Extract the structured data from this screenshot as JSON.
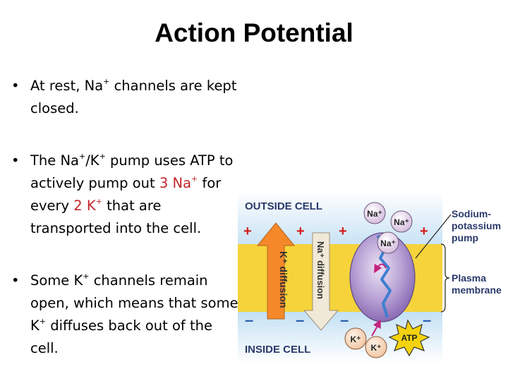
{
  "title": "Action Potential",
  "bullet_char": "•",
  "bullets": {
    "b1": {
      "p1": "At rest, Na",
      "sup1": "+",
      "p2": " channels are kept closed."
    },
    "b2": {
      "p1": "The Na",
      "sup1": "+",
      "p2": "/K",
      "sup2": "+",
      "p3": " pump uses ATP to actively pump out ",
      "r1": "3 Na",
      "rsup1": "+",
      "p4": " for every ",
      "r2": "2 K",
      "rsup2": "+",
      "p5": " that are transported into the cell."
    },
    "b3": {
      "p1": "Some K",
      "sup1": "+",
      "p2": " channels remain open, which means that some K",
      "sup2": "+",
      "p3": " diffuses back out of the cell."
    }
  },
  "diagram": {
    "outside_label": "OUTSIDE CELL",
    "inside_label": "INSIDE CELL",
    "plus": "+",
    "minus": "–",
    "k_diffusion": "K⁺ diffusion",
    "na_diffusion": "Na⁺ diffusion",
    "na": "Na⁺",
    "k": "K⁺",
    "atp": "ATP",
    "pump_label": [
      "Sodium-",
      "potassium",
      "pump"
    ],
    "membrane_label": [
      "Plasma",
      "membrane"
    ],
    "colors": {
      "membrane": "#f6d33b",
      "outside": "#c9e3f5",
      "inside": "#c3e0f4",
      "k_arrow": "#f5892a",
      "pump": "#a98fc8",
      "ion": "#e5d3ec",
      "atp": "#f4d20f",
      "label_blue": "#2a3a6b",
      "plus_red": "#d41c1c",
      "highlight_red": "#c0262b"
    }
  }
}
